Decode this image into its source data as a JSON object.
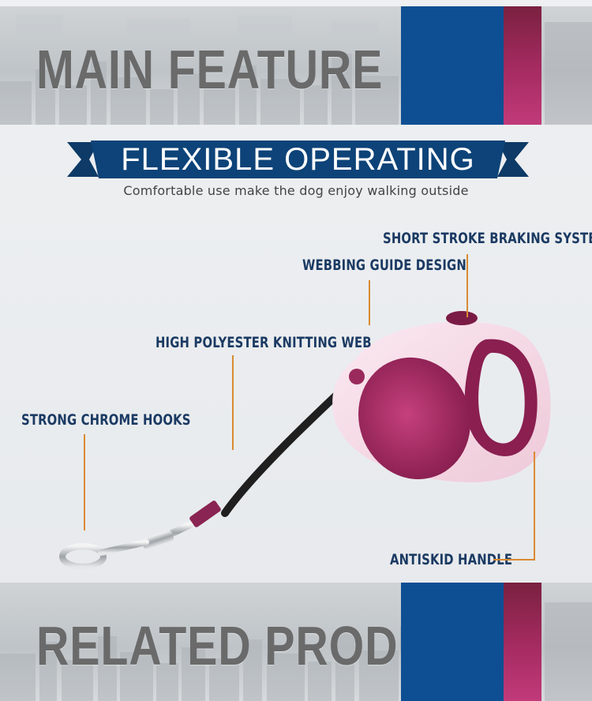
{
  "banners": {
    "top_title": "MAIN FEATURE",
    "bottom_title": "RELATED PRODUCTS"
  },
  "hero": {
    "ribbon_title": "FLEXIBLE OPERATING",
    "subtitle": "Comfortable use make the dog enjoy walking outside"
  },
  "features": {
    "braking": "SHORT STROKE BRAKING SYSTEM",
    "webbing_guide": "WEBBING GUIDE DESIGN",
    "polyester": "HIGH POLYESTER KNITTING WEB",
    "hooks": "STRONG CHROME HOOKS",
    "handle": "ANTISKID HANDLE"
  },
  "colors": {
    "navy": "#0e4f93",
    "ribbon": "#0d3a66",
    "berry": "#a32a5f",
    "leader": "#d98b32",
    "label": "#1b3a63"
  }
}
